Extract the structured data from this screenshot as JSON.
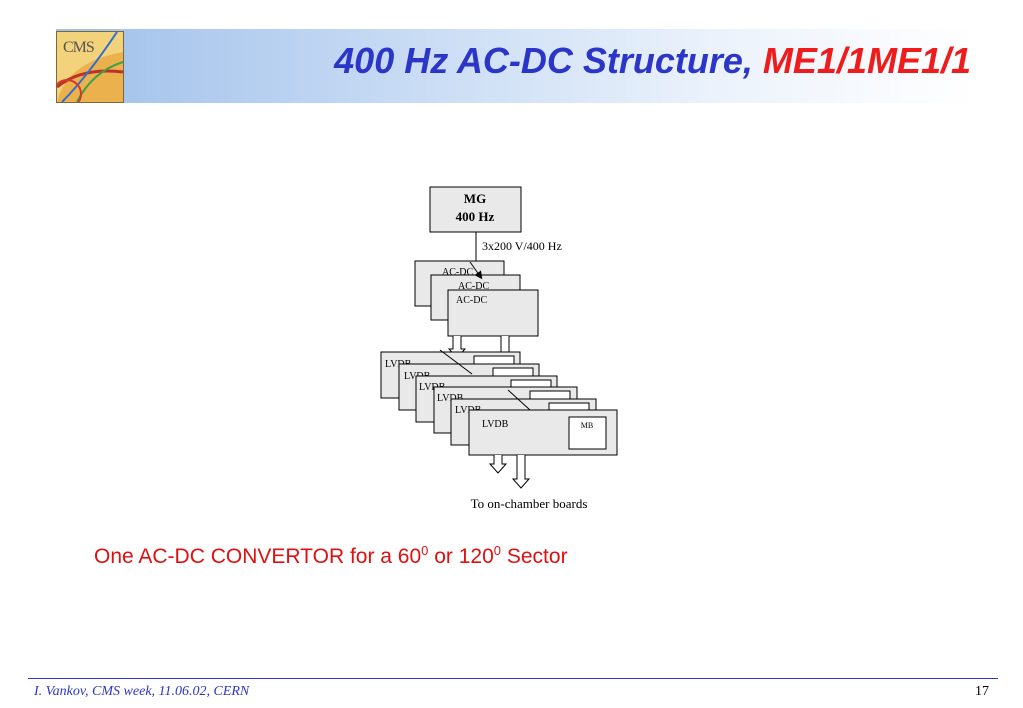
{
  "title": {
    "main": "400 Hz AC-DC Structure, ",
    "highlight": "ME1/1ME1/1"
  },
  "diagram": {
    "mg_line1": "MG",
    "mg_line2": "400 Hz",
    "supply_label": "3x200 V/400 Hz",
    "acdc_label": "AC-DC",
    "lvdb_label": "LVDB",
    "mb_label": "MB",
    "output_label": "To on-chamber boards"
  },
  "caption": {
    "text_a": "One AC-DC CONVERTOR for a 60",
    "sup_a": "0",
    "text_b": " or 120",
    "sup_b": "0",
    "text_c": " Sector"
  },
  "footer": {
    "left": "I. Vankov, CMS week, 11.06.02, CERN",
    "page": "17"
  },
  "colors": {
    "title_blue": "#2b35c8",
    "title_red": "#ee1c1c",
    "box_fill": "#e9e9e9"
  }
}
